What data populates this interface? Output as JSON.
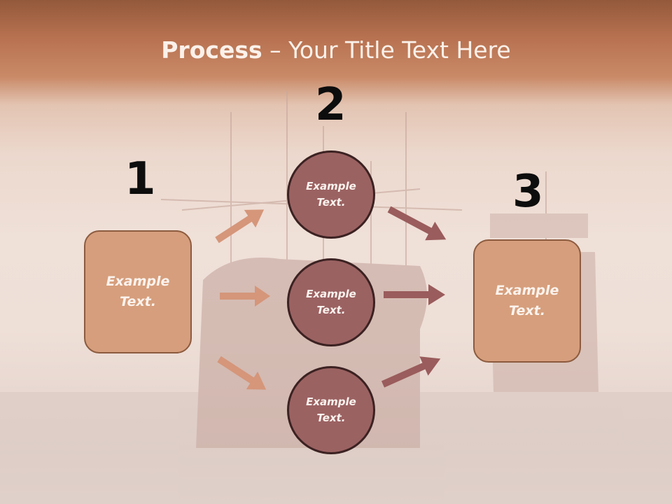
{
  "title": {
    "bold": "Process",
    "rest": " – Your Title Text Here"
  },
  "steps": [
    {
      "number": "1",
      "label": "Example Text."
    },
    {
      "number": "2",
      "label": "Example Text."
    },
    {
      "number": "3",
      "label": "Example Text."
    }
  ],
  "circles": [
    {
      "label": "Example Text."
    },
    {
      "label": "Example Text."
    },
    {
      "label": "Example Text."
    }
  ],
  "colors": {
    "box_fill": "#d69e7c",
    "circle_fill": "#9b6262",
    "arrow_left": "#d5967a",
    "arrow_right": "#9a5c5c"
  }
}
